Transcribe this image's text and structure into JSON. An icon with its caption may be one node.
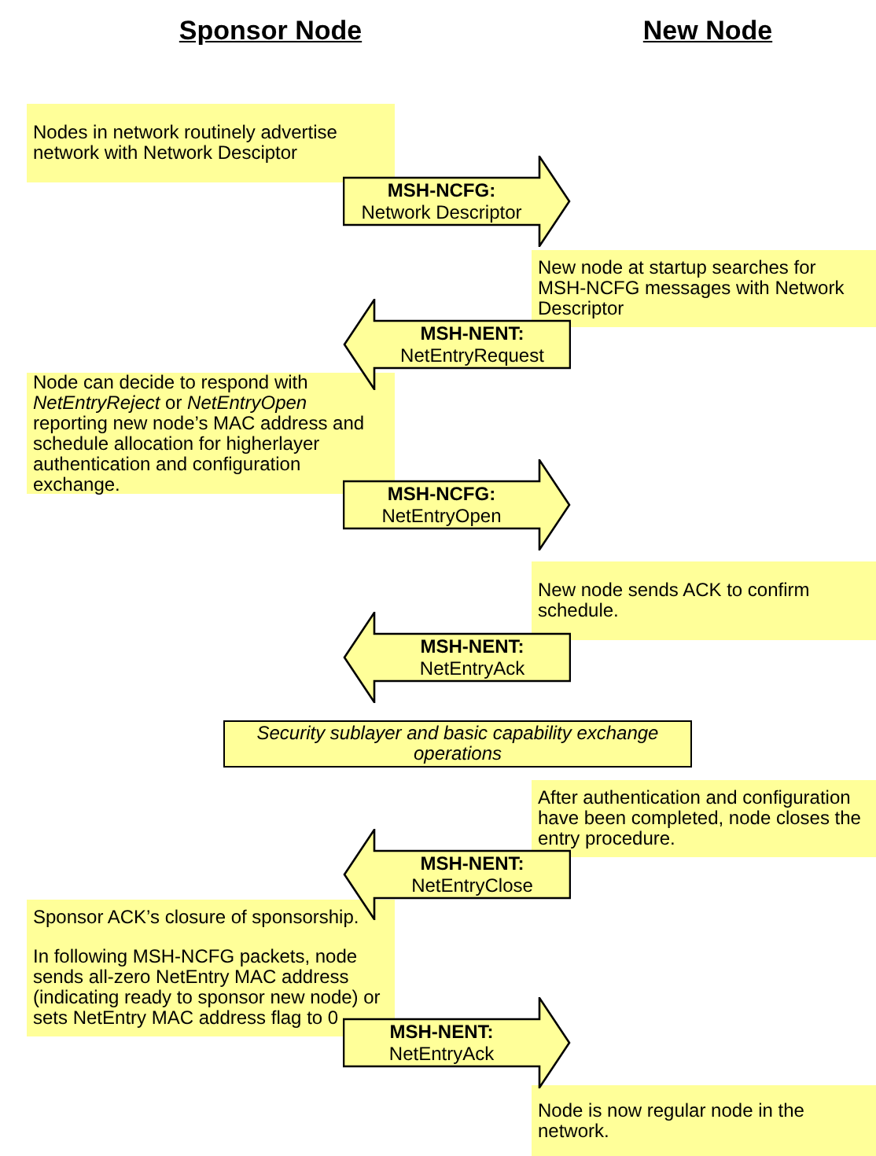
{
  "diagram": {
    "nodes": [
      {
        "text": [
          "Nodes in network routinely advertise network with Network Desciptor"
        ]
      },
      {
        "text": [
          "New node at startup searches for MSH-NCFG messages with Network Descriptor"
        ]
      },
      {
        "text": [
          "Node can decide to respond with *NetEntryReject* or *NetEntryOpen* reporting new node’s MAC address and schedule allocation for higherlayer authentication and configuration exchange."
        ]
      },
      {
        "text": [
          "New node sends ACK to confirm schedule."
        ]
      },
      {
        "text": [
          "Security sublayer and basic capability exchange operations"
        ]
      },
      {
        "text": [
          "After authentication and configuration have been completed, node closes the entry procedure."
        ]
      },
      {
        "text": [
          "Sponsor ACK’s closure of sponsorship.",
          "In following MSH-NCFG packets, node sends all-zero NetEntry MAC address (indicating ready to sponsor new node) or sets NetEntry MAC address flag to 0"
        ]
      },
      {
        "text": [
          "Node is now regular node in the network."
        ]
      }
    ],
    "edges": [
      {
        "from": 0,
        "to": 1,
        "arrow": "to",
        "label": "**MSH-NCFG:** Network Descriptor",
        "style": "thick"
      },
      {
        "from": 1,
        "to": 2,
        "arrow": "to",
        "label": "**MSH-NENT:** NetEntryRequest",
        "style": "thick"
      },
      {
        "from": 2,
        "to": 3,
        "arrow": "to",
        "label": "**MSH-NCFG:** NetEntryOpen",
        "style": "thick"
      },
      {
        "from": 3,
        "to": null,
        "arrow": "to",
        "label": "**MSH-NENT:** NetEntryAck",
        "style": "thick"
      },
      {
        "from": 5,
        "to": 6,
        "arrow": "to",
        "label": "**MSH-NENT:** NetEntryClose",
        "style": "thick"
      },
      {
        "from": 6,
        "to": 7,
        "arrow": "to",
        "label": "**MSH-NENT:** NetEntryAck",
        "style": "thick"
      }
    ],
    "labels": [
      "Sponsor Node",
      "New Node"
    ]
  }
}
